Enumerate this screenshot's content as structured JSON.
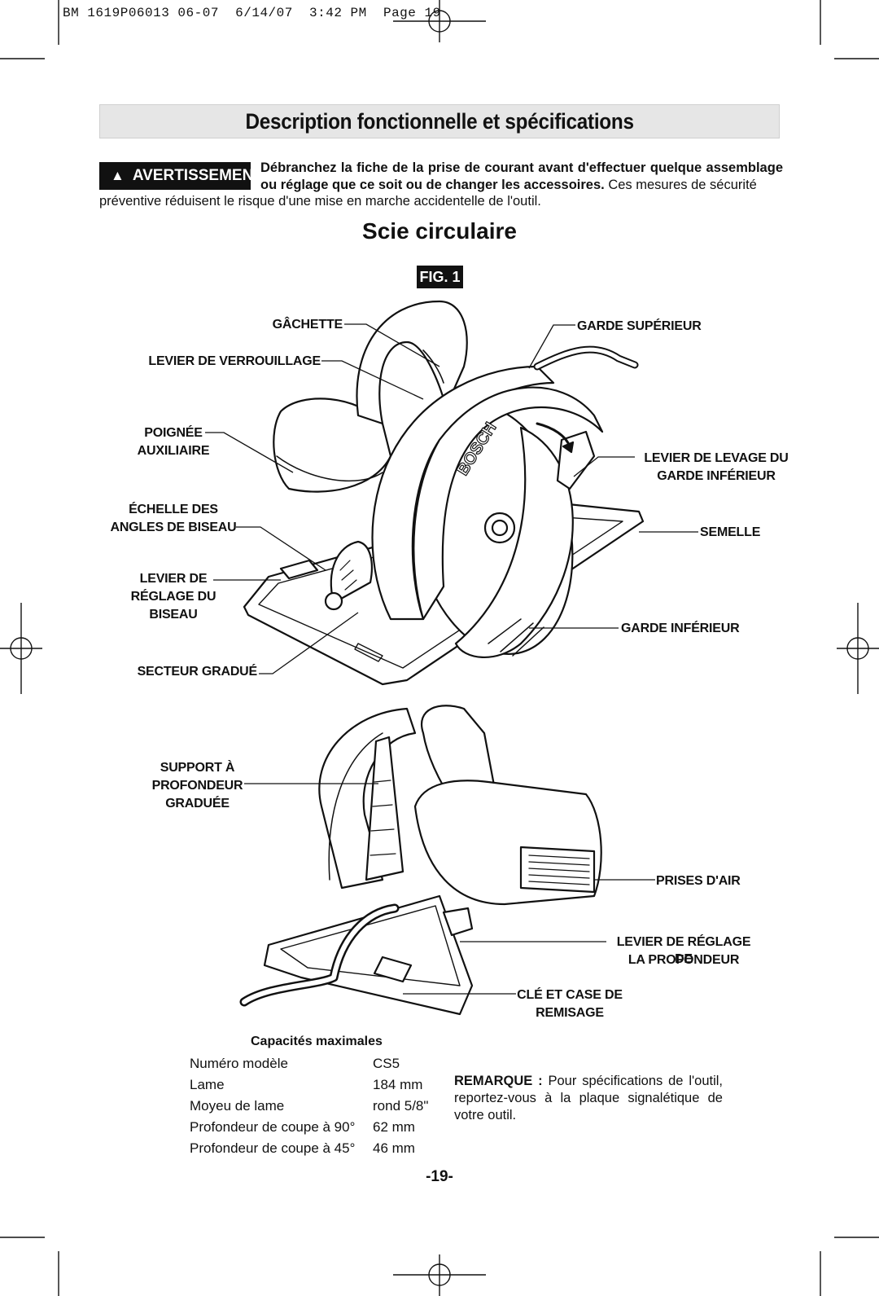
{
  "slug": "BM 1619P06013 06-07  6/14/07  3:42 PM  Page 19",
  "header_title": "Description fonctionnelle et spécifications",
  "warning": {
    "badge": "AVERTISSEMENT",
    "bold_text": "Débranchez la fiche de la prise de courant avant d'effectuer quelque assemblage ou réglage que ce soit ou de changer les accessoires.",
    "normal_text_1": " Ces mesures de sécurité",
    "normal_text_2": "préventive réduisent le risque d'une mise en marche accidentelle de l'outil."
  },
  "section_title": "Scie circulaire",
  "figure_label": "FIG. 1",
  "callouts": {
    "trigger": "GÂCHETTE",
    "lock_lever": "LEVIER DE VERROUILLAGE",
    "aux_handle_1": "POIGNÉE",
    "aux_handle_2": "AUXILIAIRE",
    "bevel_scale_1": "ÉCHELLE DES",
    "bevel_scale_2": "ANGLES DE BISEAU",
    "bevel_lever_1": "LEVIER DE",
    "bevel_lever_2": "RÉGLAGE DU",
    "bevel_lever_3": "BISEAU",
    "sector": "SECTEUR GRADUÉ",
    "upper_guard": "GARDE SUPÉRIEUR",
    "lift_lever_1": "LEVIER DE LEVAGE DU",
    "lift_lever_2": "GARDE INFÉRIEUR",
    "shoe": "SEMELLE",
    "lower_guard": "GARDE INFÉRIEUR",
    "depth_1": "SUPPORT À",
    "depth_2": "PROFONDEUR",
    "depth_3": "GRADUÉE",
    "vents": "PRISES D'AIR",
    "depth_lever_1": "LEVIER DE RÉGLAGE DE",
    "depth_lever_2": "LA PROFONDEUR",
    "wrench_1": "CLÉ ET CASE DE",
    "wrench_2": "REMISAGE"
  },
  "saw_brand": "BOSCH",
  "specs": {
    "title": "Capacités maximales",
    "rows": [
      {
        "label": "Numéro modèle",
        "value": "CS5"
      },
      {
        "label": "Lame",
        "value": "184 mm"
      },
      {
        "label": "Moyeu de lame",
        "value": "rond 5/8\""
      },
      {
        "label": "Profondeur de coupe à 90°",
        "value": "62 mm"
      },
      {
        "label": "Profondeur de coupe à 45°",
        "value": "46 mm"
      }
    ]
  },
  "remark": {
    "bold": "REMARQUE :",
    "text": " Pour spécifications de l'outil, reportez-vous à la plaque signalétique de votre outil."
  },
  "page_number": "-19-"
}
